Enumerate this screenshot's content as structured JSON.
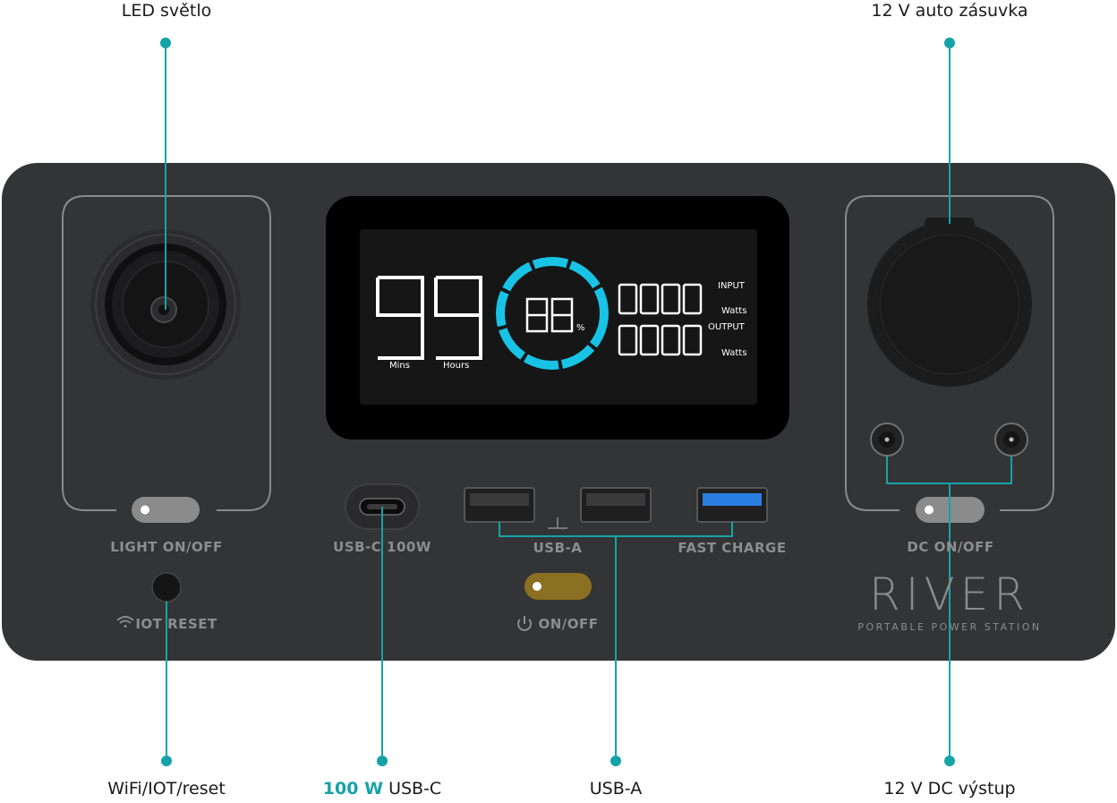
{
  "callouts": {
    "led_light": "LED světlo",
    "car_socket": "12 V auto zásuvka",
    "wifi_reset": "WiFi/IOT/reset",
    "usbc_power": "100 W",
    "usbc_label": "USB-C",
    "usba": "USB-A",
    "dc_out": "12 V DC výstup"
  },
  "panel": {
    "light_switch": "LIGHT ON/OFF",
    "iot_reset": "IOT RESET",
    "usbc_port": "USB-C 100W",
    "usba_port": "USB-A",
    "fast_charge": "FAST CHARGE",
    "power_switch": "ON/OFF",
    "dc_switch": "DC ON/OFF",
    "brand_name": "RIVER",
    "brand_tagline": "PORTABLE POWER STATION"
  },
  "lcd": {
    "time_digits": "99",
    "mins_label": "Mins",
    "hours_label": "Hours",
    "percent_digits": "88",
    "percent_sign": "%",
    "input_value": "0000",
    "output_value": "0000",
    "input_label": "INPUT",
    "output_label": "OUTPUT",
    "watts_label": "Watts"
  },
  "colors": {
    "accent": "#14a3a8",
    "lcd_ring": "#19c3e6",
    "body": "#333436",
    "power_button": "#8b6f22"
  }
}
